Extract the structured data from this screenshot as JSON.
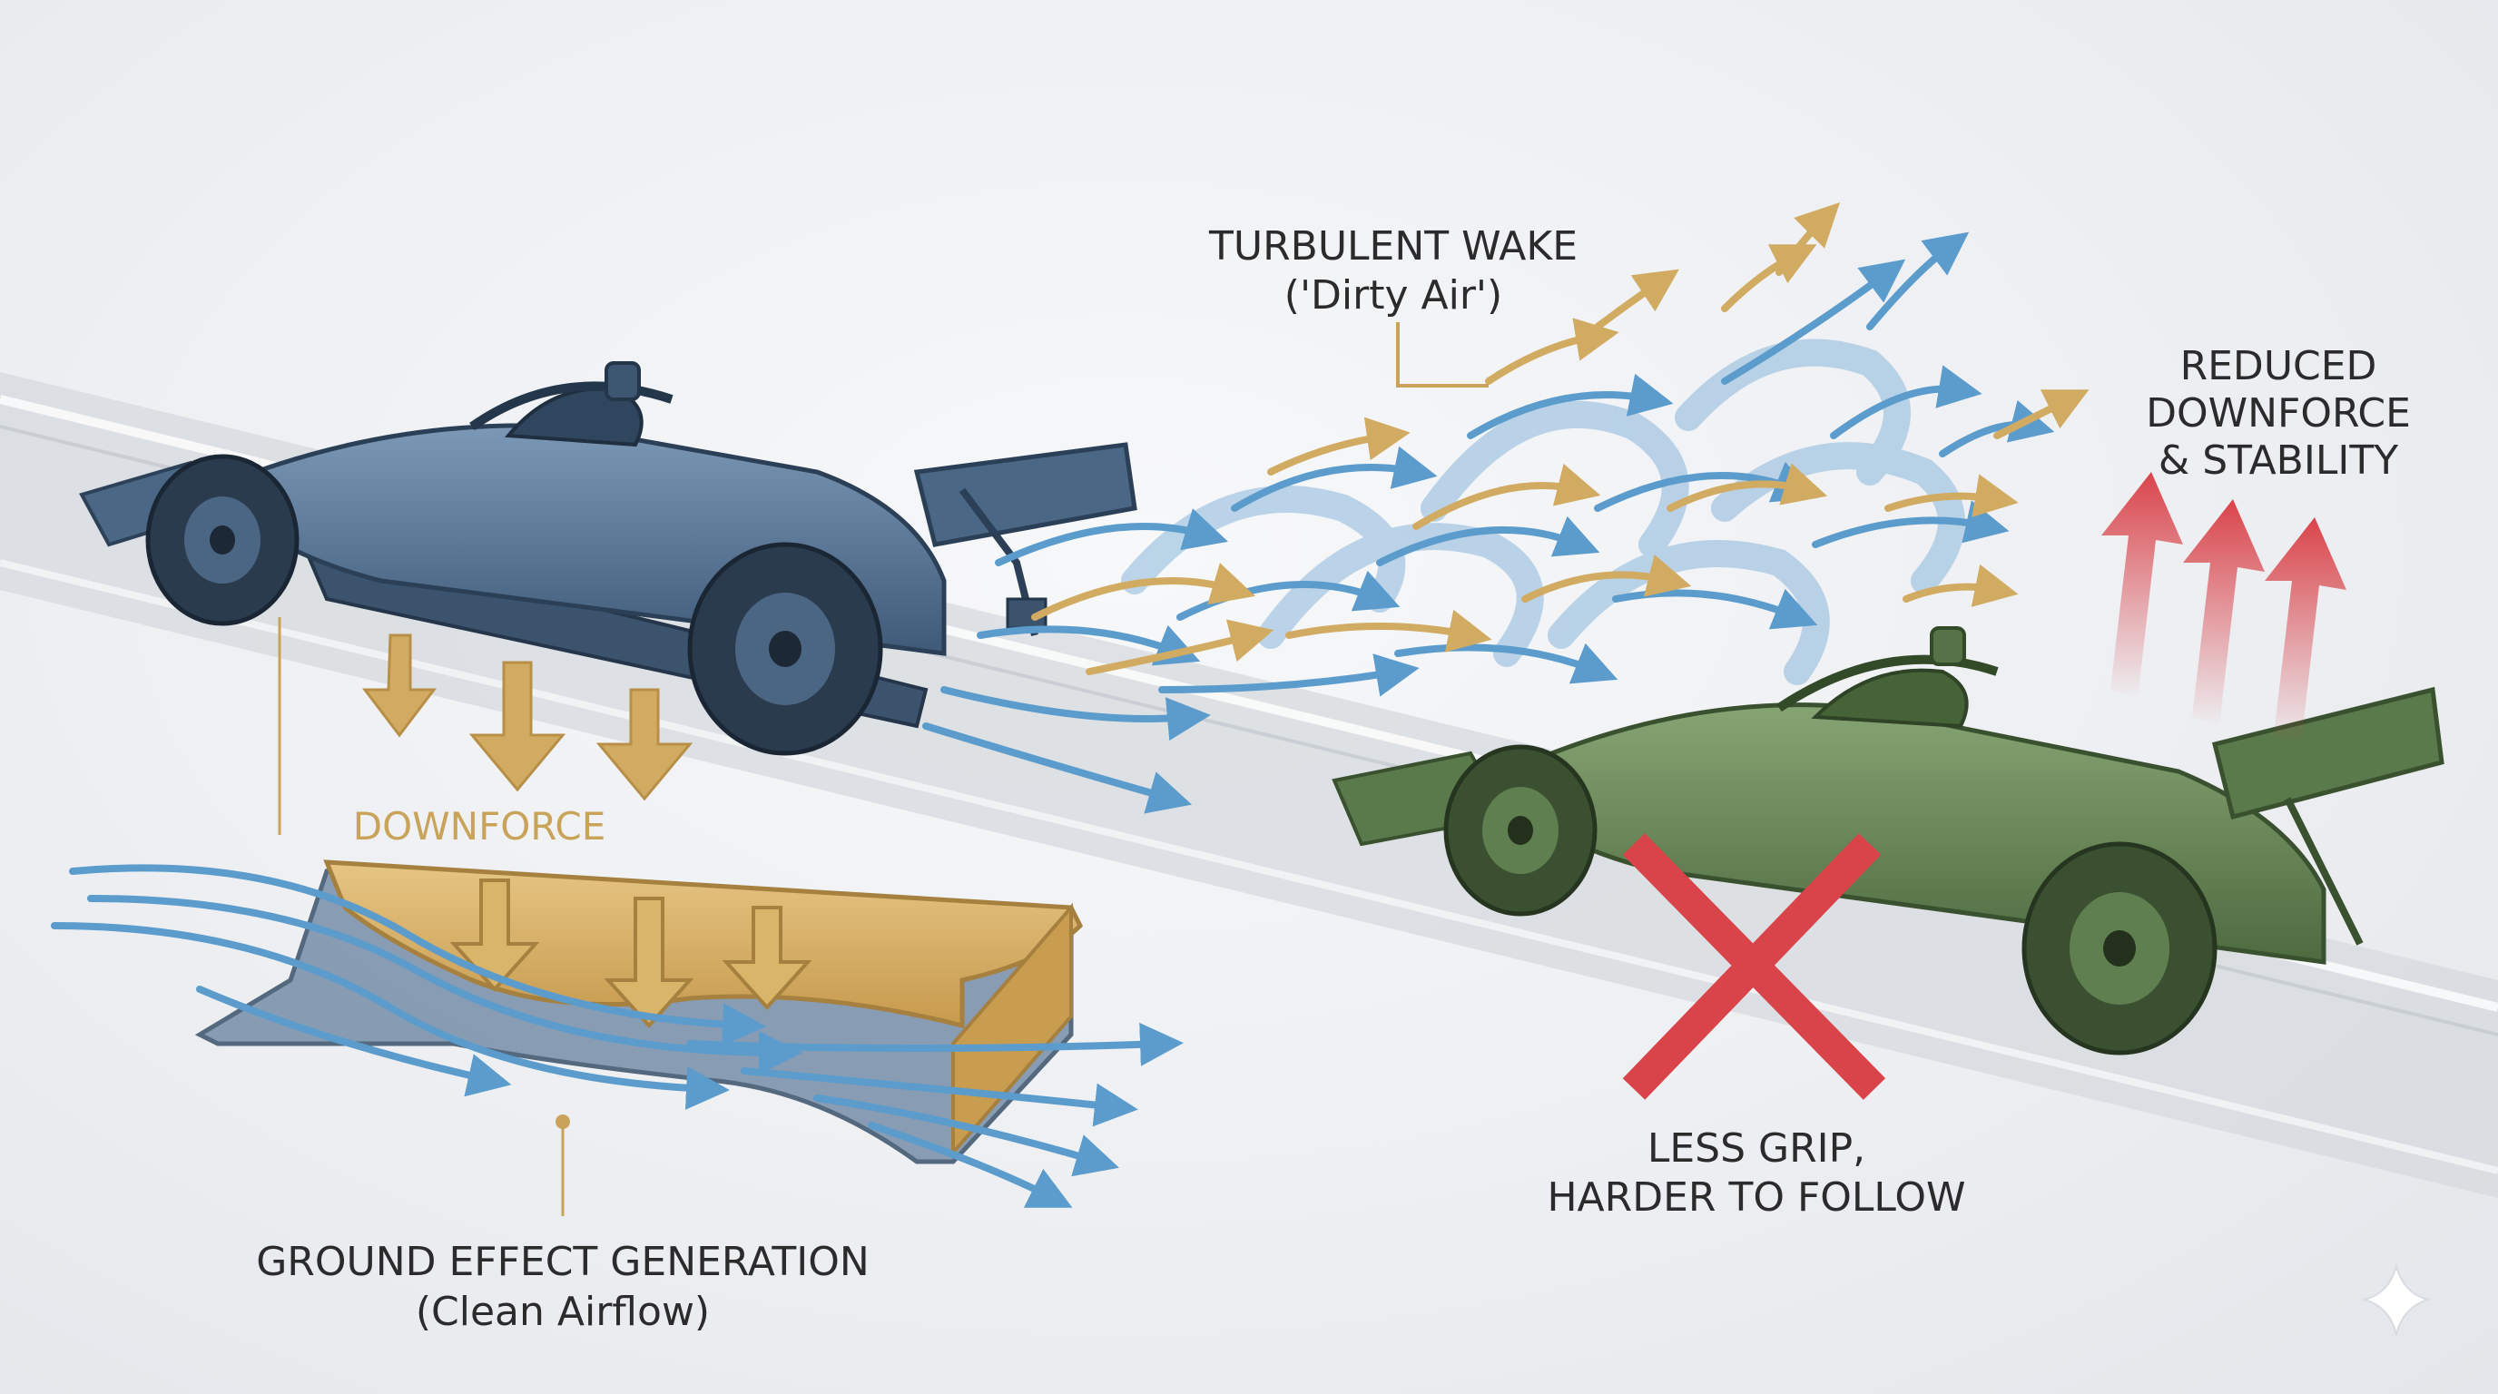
{
  "labels": {
    "turbulent_wake_line1": "TURBULENT WAKE",
    "turbulent_wake_line2": "('Dirty Air')",
    "reduced_line1": "REDUCED",
    "reduced_line2": "DOWNFORCE",
    "reduced_line3": "& STABILITY",
    "downforce": "DOWNFORCE",
    "ground_effect_line1": "GROUND EFFECT GENERATION",
    "ground_effect_line2": "(Clean Airflow)",
    "less_grip_line1": "LESS GRIP,",
    "less_grip_line2": "HARDER TO FOLLOW"
  },
  "colors": {
    "lead_car": "#4f6f8f",
    "trailing_car": "#5d7f4e",
    "airflow_blue": "#6aa9d6",
    "downforce_gold": "#d2ab62",
    "warning_red": "#d9444a",
    "track": "#c9ced5"
  }
}
